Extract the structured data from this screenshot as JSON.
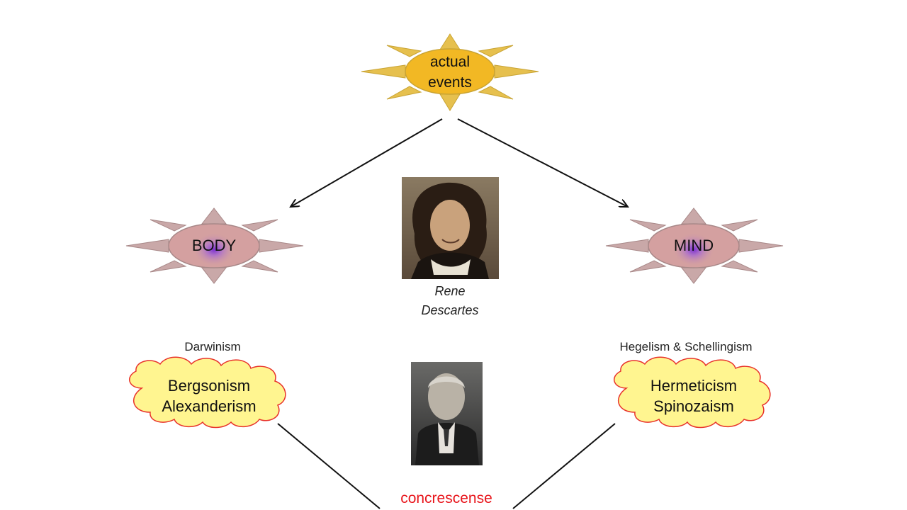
{
  "nodes": {
    "top": {
      "line1": "actual",
      "line2": "events",
      "fill": "#f2b824",
      "ray": "#e6c04e"
    },
    "body": {
      "label": "BODY",
      "fill": "#d4a0a0",
      "ray": "#c9a8a8",
      "glow": "#9a4fd6"
    },
    "mind": {
      "label": "MIND",
      "fill": "#d4a0a0",
      "ray": "#c9a8a8",
      "glow": "#9a4fd6"
    }
  },
  "people": {
    "descartes": {
      "line1": "Rene",
      "line2": "Descartes"
    }
  },
  "left_school": {
    "caption": "Darwinism",
    "line1": "Bergsonism",
    "line2": "Alexanderism"
  },
  "right_school": {
    "caption": "Hegelism & Schellingism",
    "line1": "Hermeticism",
    "line2": "Spinozaism"
  },
  "bottom": {
    "label": "concrescense",
    "color": "#e8161c"
  },
  "colors": {
    "cloud_fill": "#fff590",
    "cloud_stroke": "#e8332b",
    "arrow": "#111111"
  }
}
